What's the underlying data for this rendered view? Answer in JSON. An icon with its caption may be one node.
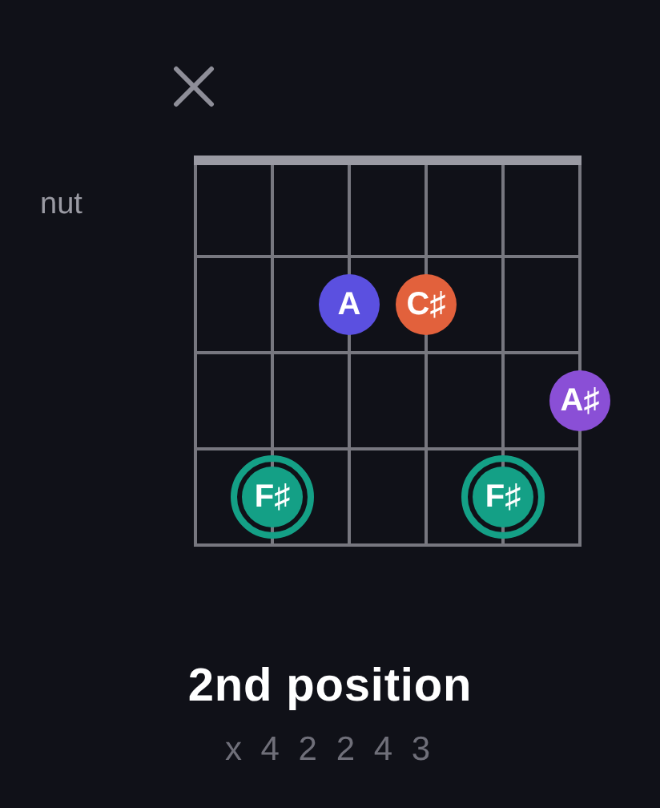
{
  "diagram": {
    "title": "2nd position",
    "nodes": [
      {
        "text": [
          "A"
        ]
      },
      {
        "text": [
          "C♯"
        ]
      },
      {
        "text": [
          "A♯"
        ]
      },
      {
        "text": [
          "F♯"
        ]
      },
      {
        "text": [
          "F♯"
        ]
      }
    ],
    "labels": [
      "nut",
      "x 4 2 2 4 3"
    ]
  }
}
